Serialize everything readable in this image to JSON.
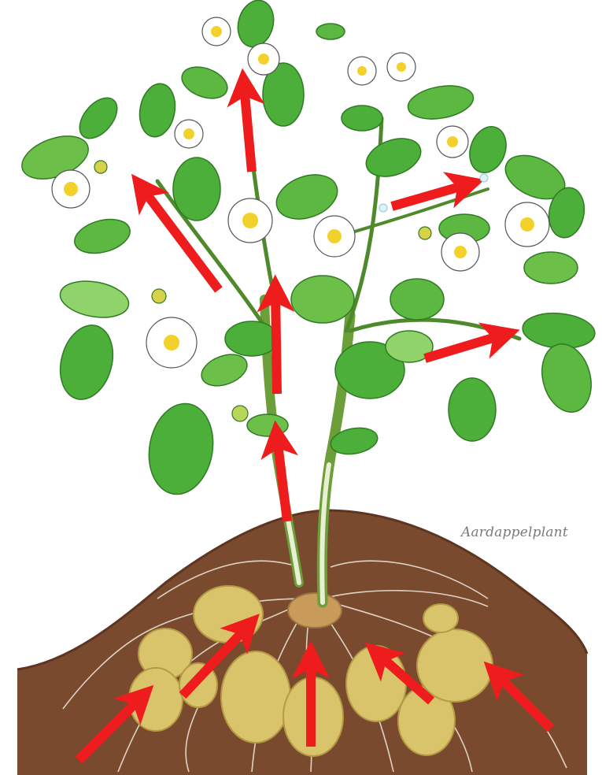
{
  "caption": "Aardappelplant",
  "colors": {
    "soil": "#7a4a2e",
    "soil_dark": "#5e3520",
    "leaf": "#4caf3a",
    "leaf_light": "#8fd36a",
    "vein": "#2f7a23",
    "stem": "#6c9e3a",
    "petal": "#ffffff",
    "flower_center": "#f2d12a",
    "tuber": "#d9c36b",
    "tuber_dark": "#b59a45",
    "root": "#e8e2d6",
    "arrow": "#ee1c1c"
  },
  "icons": [
    "potato-plant-illustration",
    "flow-arrow"
  ]
}
